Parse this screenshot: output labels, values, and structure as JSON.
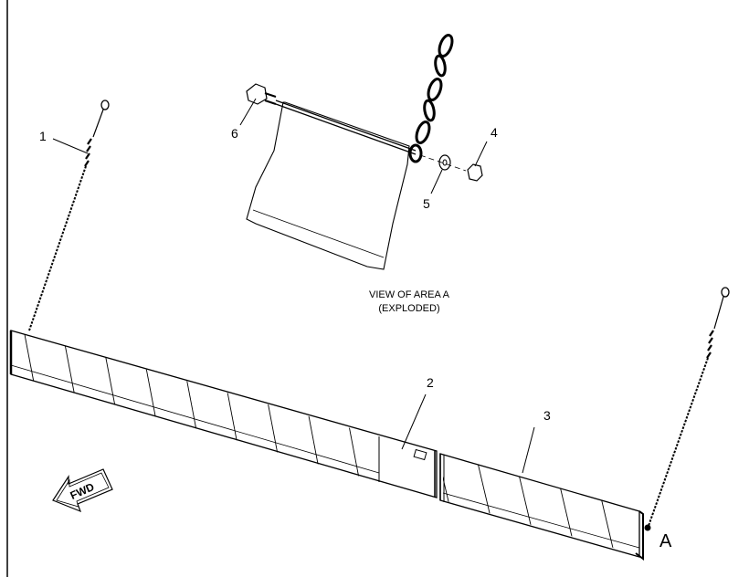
{
  "callouts": [
    {
      "number": "1"
    },
    {
      "number": "2"
    },
    {
      "number": "3"
    },
    {
      "number": "4"
    },
    {
      "number": "5"
    },
    {
      "number": "6"
    }
  ],
  "view_caption": {
    "line1": "VIEW OF AREA A",
    "line2": "(EXPLODED)"
  },
  "area_label": "A",
  "direction_arrow": {
    "label": "FWD"
  },
  "colors": {
    "line": "#000000",
    "background": "#ffffff"
  }
}
